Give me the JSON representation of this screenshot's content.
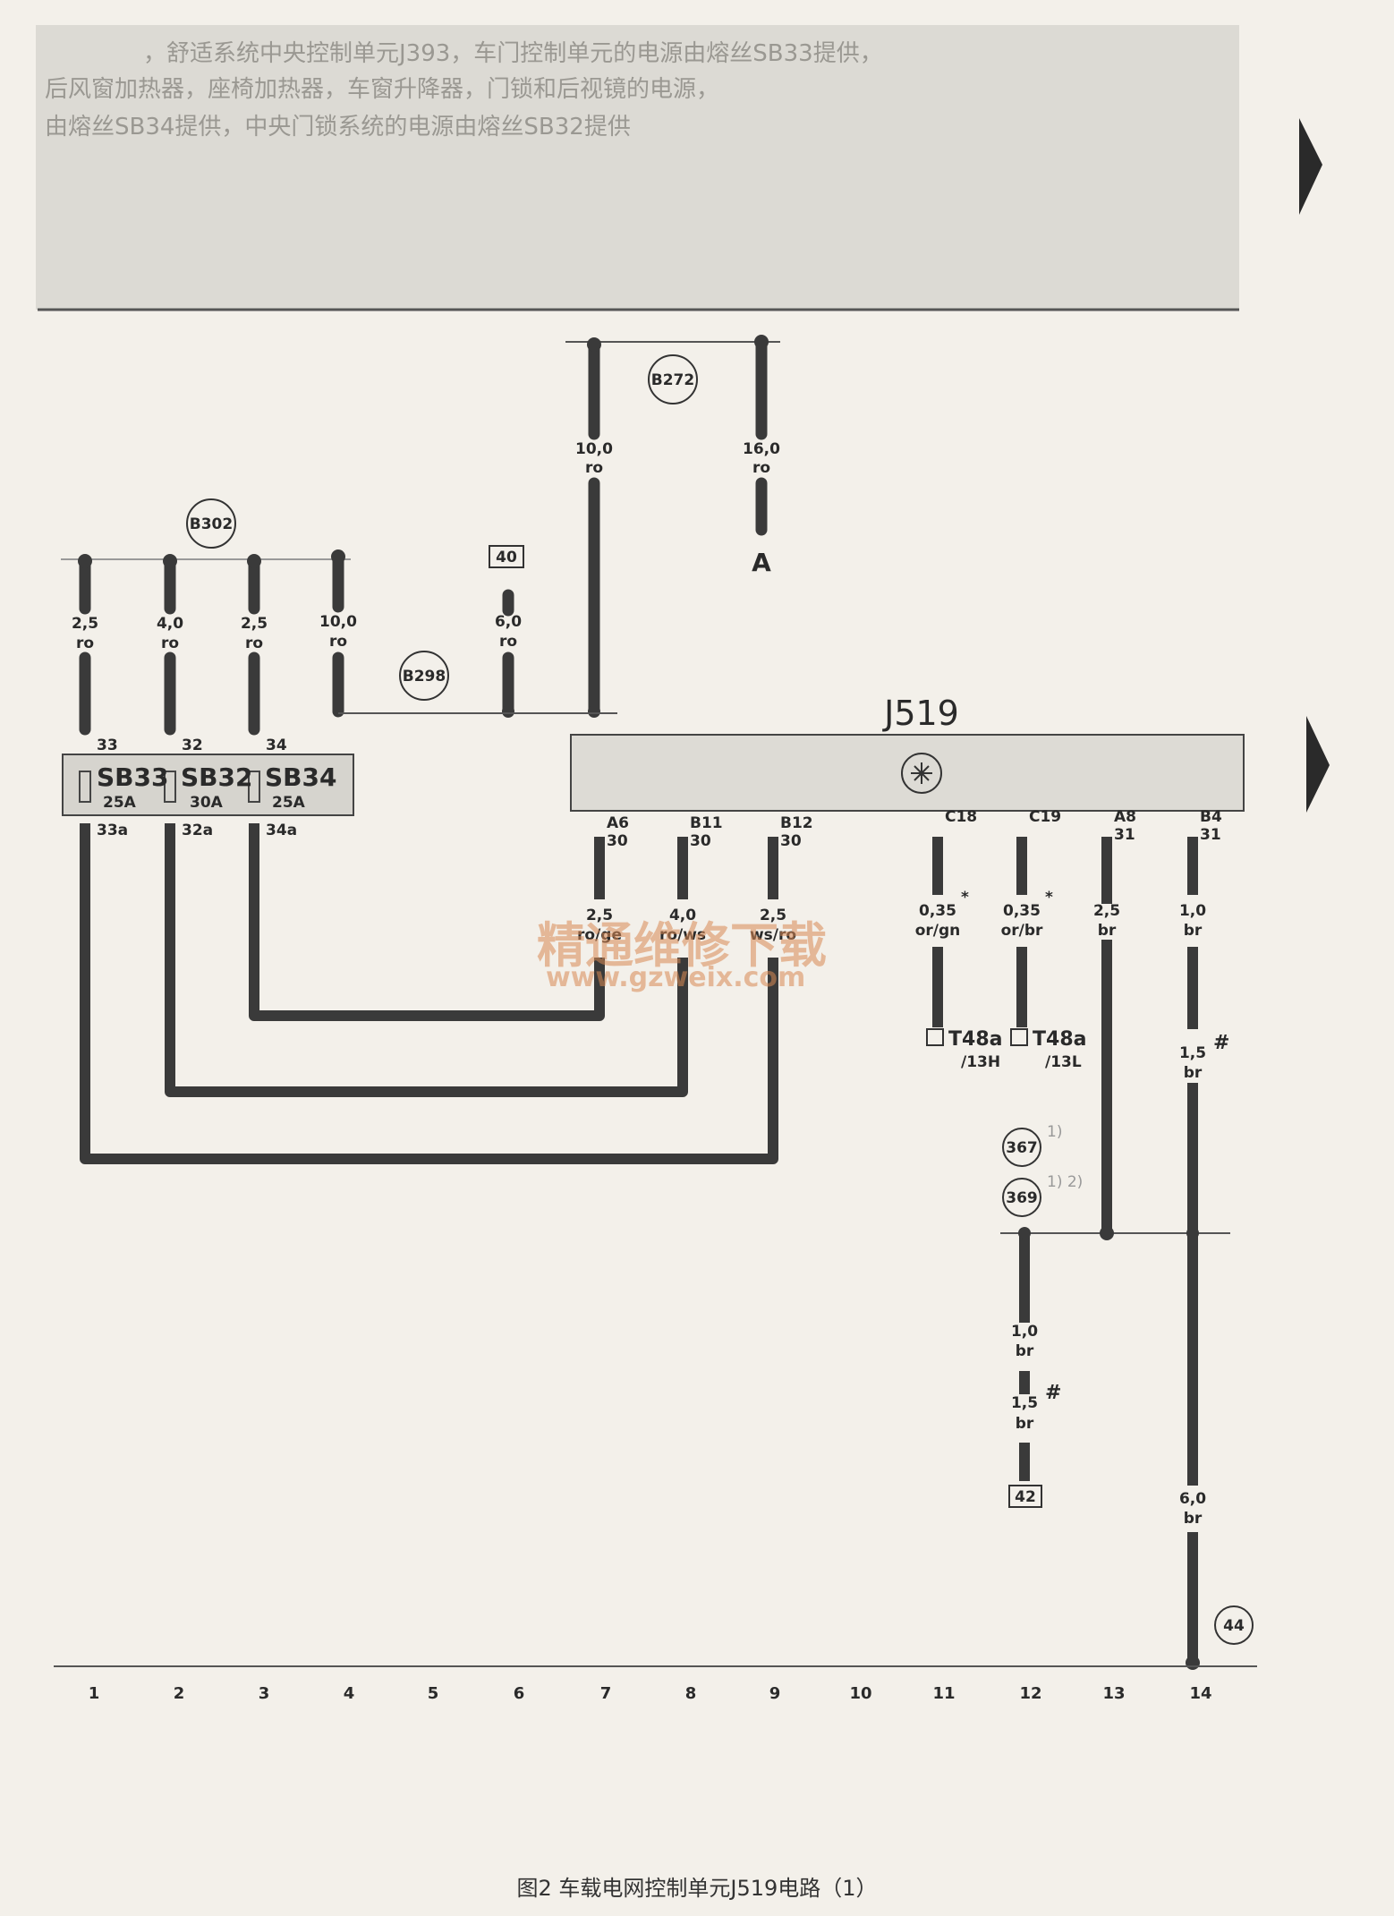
{
  "header": {
    "lines": [
      "，舒适系统中央控制单元J393，车门控制单元的电源由熔丝SB33提供，",
      "后风窗加热器，座椅加热器，车窗升降器，门锁和后视镜的电源，",
      "由熔丝SB34提供，中央门锁系统的电源由熔丝SB32提供"
    ]
  },
  "module": {
    "label": "J519"
  },
  "fuses": [
    {
      "name": "SB33",
      "rating": "25A",
      "in_pin": "33",
      "out_pin": "33a"
    },
    {
      "name": "SB32",
      "rating": "30A",
      "in_pin": "32",
      "out_pin": "32a"
    },
    {
      "name": "SB34",
      "rating": "25A",
      "in_pin": "34",
      "out_pin": "34a"
    }
  ],
  "connectors": {
    "B302": "B302",
    "B272": "B272",
    "B298": "B298",
    "ref40": "40",
    "ref42": "42",
    "g367": "367",
    "g369": "369",
    "g44": "44",
    "A": "A"
  },
  "wires": {
    "w1": {
      "size": "2,5",
      "color": "ro"
    },
    "w2": {
      "size": "4,0",
      "color": "ro"
    },
    "w3": {
      "size": "2,5",
      "color": "ro"
    },
    "w4": {
      "size": "10,0",
      "color": "ro"
    },
    "w40": {
      "size": "6,0",
      "color": "ro"
    },
    "w7top": {
      "size": "10,0",
      "color": "ro"
    },
    "w9top": {
      "size": "16,0",
      "color": "ro"
    },
    "w7": {
      "size": "2,5",
      "color": "ro/ge"
    },
    "w8": {
      "size": "4,0",
      "color": "ro/ws"
    },
    "w9": {
      "size": "2,5",
      "color": "ws/ro"
    },
    "w11": {
      "size": "0,35",
      "color": "or/gn",
      "mark": "*"
    },
    "w12": {
      "size": "0,35",
      "color": "or/br",
      "mark": "*"
    },
    "w13": {
      "size": "2,5",
      "color": "br"
    },
    "w14a": {
      "size": "1,0",
      "color": "br"
    },
    "w14b": {
      "size": "1,5",
      "color": "br",
      "mark": "#"
    },
    "w14c": {
      "size": "6,0",
      "color": "br"
    },
    "w12a": {
      "size": "1,0",
      "color": "br"
    },
    "w12b": {
      "size": "1,5",
      "color": "br",
      "mark": "#"
    }
  },
  "pins": {
    "p7": {
      "pin": "A6",
      "term": "30"
    },
    "p8": {
      "pin": "B11",
      "term": "30"
    },
    "p9": {
      "pin": "B12",
      "term": "30"
    },
    "p11": {
      "pin": "C18"
    },
    "p12": {
      "pin": "C19"
    },
    "p13": {
      "pin": "A8",
      "term": "31"
    },
    "p14": {
      "pin": "B4",
      "term": "31"
    }
  },
  "terminals": {
    "t11": {
      "name": "T48a",
      "pin": "/13H"
    },
    "t12": {
      "name": "T48a",
      "pin": "/13L"
    }
  },
  "notes": {
    "n367": "1)",
    "n369": "1) 2)"
  },
  "columns": [
    "1",
    "2",
    "3",
    "4",
    "5",
    "6",
    "7",
    "8",
    "9",
    "10",
    "11",
    "12",
    "13",
    "14"
  ],
  "watermark": {
    "cn": "精通维修下载",
    "url": "www.gzweix.com"
  },
  "caption": "图2  车载电网控制单元J519电路（1）",
  "colors": {
    "wire": "#3a3a3a",
    "panel": "#dcdad4",
    "module": "#dddbd5"
  }
}
